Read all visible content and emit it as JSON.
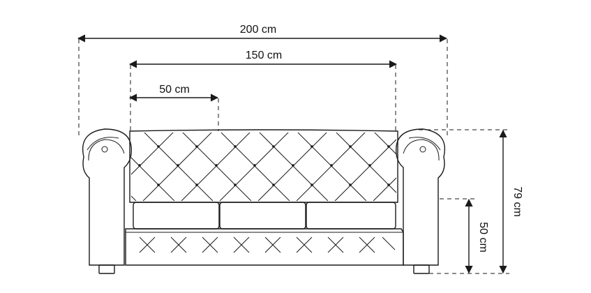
{
  "dimensions": {
    "total_width": "200 cm",
    "seat_width": "150 cm",
    "cushion_width": "50 cm",
    "total_height": "79 cm",
    "seat_height": "50 cm"
  },
  "colors": {
    "line": "#1a1a1a",
    "background": "#ffffff"
  }
}
